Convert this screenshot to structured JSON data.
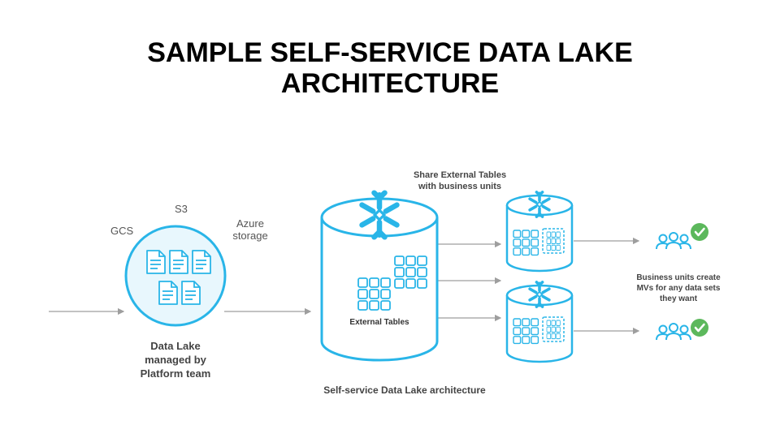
{
  "slide": {
    "title_line1": "SAMPLE SELF-SERVICE DATA LAKE",
    "title_line2": "ARCHITECTURE"
  },
  "sources": {
    "gcs": "GCS",
    "s3": "S3",
    "azure_line1": "Azure",
    "azure_line2": "storage"
  },
  "data_lake": {
    "line1": "Data Lake",
    "line2": "managed by",
    "line3": "Platform team"
  },
  "external_tables_label": "External Tables",
  "share": {
    "line1": "Share External Tables",
    "line2": "with business units"
  },
  "business": {
    "line1": "Business units create",
    "line2": "MVs for any data sets",
    "line3": "they want"
  },
  "caption": "Self-service Data Lake architecture",
  "colors": {
    "primary": "#29b5e8",
    "light_fill": "#e8f7fd",
    "arrow": "#9e9e9e",
    "check": "#5cb85c",
    "label_gray": "#555555",
    "label_dark": "#444444"
  },
  "icons": [
    "snowflake-icon",
    "document-icon",
    "table-grid-icon",
    "people-icon",
    "check-icon"
  ]
}
